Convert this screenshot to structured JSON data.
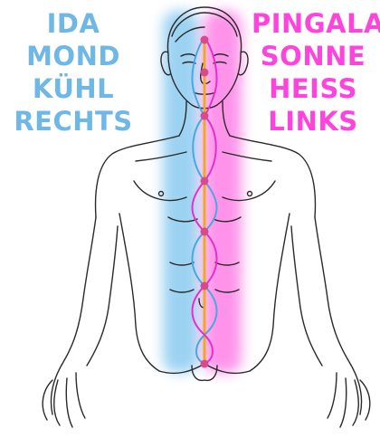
{
  "left_labels": [
    "IDA",
    "MOND",
    "KÜHL",
    "RECHTS"
  ],
  "right_labels": [
    "PINGALA",
    "SONNE",
    "HEISS",
    "LINKS"
  ],
  "colors": {
    "ida": "#6fb8e6",
    "pingala": "#ff44dd",
    "sushumna": "#f5a623",
    "chakra": "#d94a8c",
    "outline": "#2a2a2a"
  }
}
